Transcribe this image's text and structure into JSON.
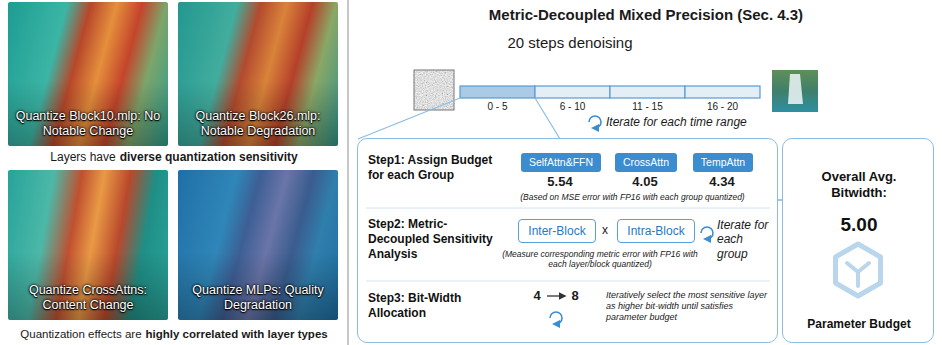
{
  "diagram": {
    "title": "Metric-Decoupled Mixed Precision (Sec. 4.3)",
    "nodes": [
      {
        "text": [
          "Quantize Block10.mlp: No Notable Change"
        ]
      },
      {
        "text": [
          "Quantize Block26.mlp: Notable Degradation"
        ]
      },
      {
        "text": [
          "Quantize CrossAttns: Content Change"
        ]
      },
      {
        "text": [
          "Quantize MLPs: Quality Degradation"
        ]
      },
      {
        "text": [
          "Step1: Assign Budget for each Group",
          "Step2: Metric-Decoupled Sensitivity Analysis",
          "Step3: Bit-Width Allocation"
        ]
      },
      {
        "text": [
          "SelfAttn&FFN"
        ],
        "in": 4
      },
      {
        "text": [
          "CrossAttn"
        ],
        "in": 4
      },
      {
        "text": [
          "TempAttn"
        ],
        "in": 4
      },
      {
        "text": [
          "Inter-Block"
        ],
        "in": 4
      },
      {
        "text": [
          "Intra-Block"
        ],
        "in": 4
      },
      {
        "text": [
          "Overall Avg. Bitwidth:",
          "5.00",
          "Parameter Budget"
        ]
      }
    ],
    "edges": [
      {
        "from": 4,
        "to": 10,
        "arrow": "none"
      }
    ],
    "labels": [
      "Layers have",
      "diverse quantization sensitivity",
      "Quantization effects are",
      "highly correlated with layer types",
      "20 steps denoising",
      "0 - 5",
      "6 - 10",
      "11 - 15",
      "16 - 20",
      "Iterate for each time range",
      "5.54",
      "4.05",
      "4.34",
      "(Based on MSE error with FP16 with each group quantized)",
      "x",
      "(Measure corresponding metric error with FP16 with each layer/block quantized)",
      "Iterate for each group",
      "4",
      "8",
      "Iteratively select the most sensitive layer as higher bit-width until satisfies parameter budget"
    ]
  }
}
